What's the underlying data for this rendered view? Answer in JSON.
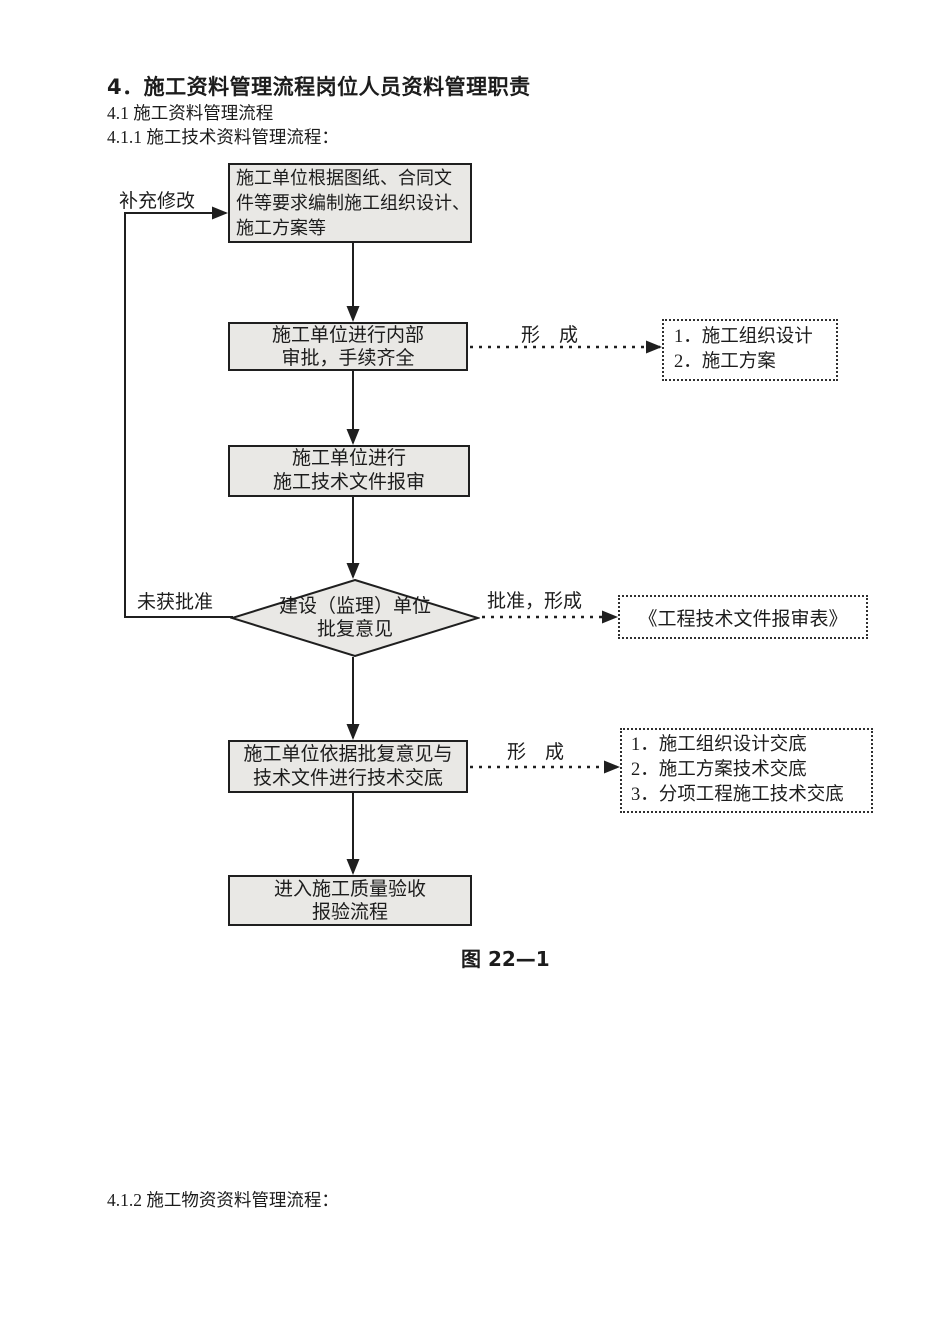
{
  "colors": {
    "page_background": "#ffffff",
    "process_box_fill": "#e9e8e5",
    "line_and_border": "#1f1f1f",
    "text": "#1c1c1c"
  },
  "document": {
    "heading": "4．施工资料管理流程岗位人员资料管理职责",
    "section_4_1": "4.1 施工资料管理流程",
    "section_4_1_1": "4.1.1 施工技术资料管理流程：",
    "figure_caption": "图 22—1",
    "section_4_1_2": "4.1.2 施工物资资料管理流程："
  },
  "flowchart": {
    "box1": {
      "lines": [
        "施工单位根据图纸、合同文",
        "件等要求编制施工组织设计、",
        "施工方案等"
      ]
    },
    "box2": {
      "lines": [
        "施工单位进行内部",
        "审批，手续齐全"
      ]
    },
    "box3": {
      "lines": [
        "施工单位进行",
        "施工技术文件报审"
      ]
    },
    "decision": {
      "lines": [
        "建设（监理）单位",
        "批复意见"
      ]
    },
    "box4": {
      "lines": [
        "施工单位依据批复意见与",
        "技术文件进行技术交底"
      ]
    },
    "box5": {
      "lines": [
        "进入施工质量验收",
        "报验流程"
      ]
    },
    "output_a": {
      "lines": [
        "1．施工组织设计",
        "2．施工方案"
      ]
    },
    "output_b": {
      "lines": [
        "《工程技术文件报审表》"
      ]
    },
    "output_c": {
      "lines": [
        "1．施工组织设计交底",
        "2．施工方案技术交底",
        "3．分项工程施工技术交底"
      ]
    },
    "labels": {
      "supplement_revise": "补充修改",
      "not_approved": "未获批准",
      "form_a": "形　成",
      "approved_form": "批准，形成",
      "form_c": "形　成"
    }
  }
}
